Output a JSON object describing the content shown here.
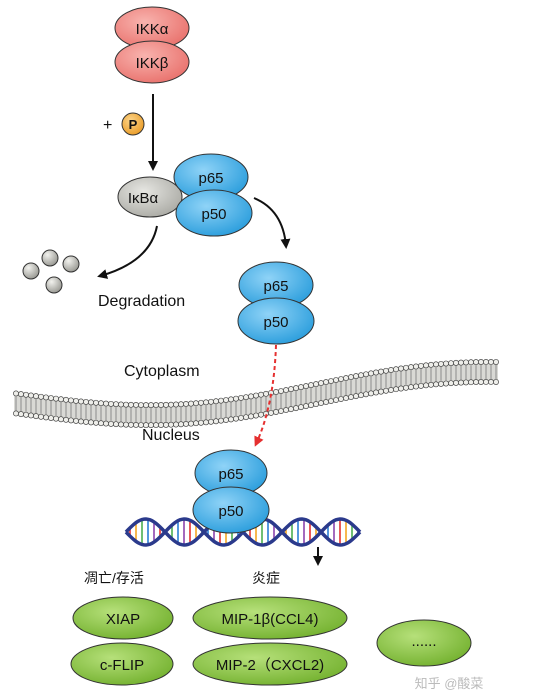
{
  "ikk": {
    "alpha": "IKKα",
    "beta": "IKKβ"
  },
  "phospho": {
    "plus": "+",
    "symbol": "P"
  },
  "complex1": {
    "ikba": "IκBα",
    "p65": "p65",
    "p50": "p50"
  },
  "degradation": "Degradation",
  "complex2": {
    "p65": "p65",
    "p50": "p50"
  },
  "cytoplasm": "Cytoplasm",
  "nucleus": "Nucleus",
  "complex3": {
    "p65": "p65",
    "p50": "p50"
  },
  "groups": {
    "apoptosis": "凋亡/存活",
    "inflammation": "炎症"
  },
  "genes": {
    "xiap": "XIAP",
    "cflip": "c-FLIP",
    "mip1b": "MIP-1β(CCL4)",
    "mip2": "MIP-2（CXCL2)",
    "more": "......"
  },
  "watermark": "知乎 @酸菜",
  "colors": {
    "ikk_fill": "#f08a86",
    "p65_p50_fill": "#3fb0ea",
    "ikba_fill": "#c9c9c3",
    "gene_fill": "#8cc63f",
    "phospho_fill": "#f5b042",
    "red_arrow": "#e53030"
  }
}
